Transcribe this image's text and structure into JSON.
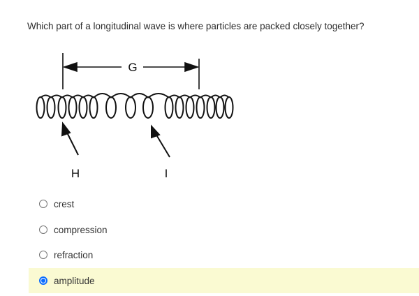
{
  "question": "Which part of a longitudinal wave is where particles are packed closely together?",
  "figure": {
    "labels": {
      "g": "G",
      "h": "H",
      "i": "I"
    }
  },
  "options": [
    {
      "label": "crest",
      "selected": false
    },
    {
      "label": "compression",
      "selected": false
    },
    {
      "label": "refraction",
      "selected": false
    },
    {
      "label": "amplitude",
      "selected": true
    }
  ],
  "colors": {
    "selected_bg": "#fafad2",
    "radio_accent": "#0a6cff"
  }
}
